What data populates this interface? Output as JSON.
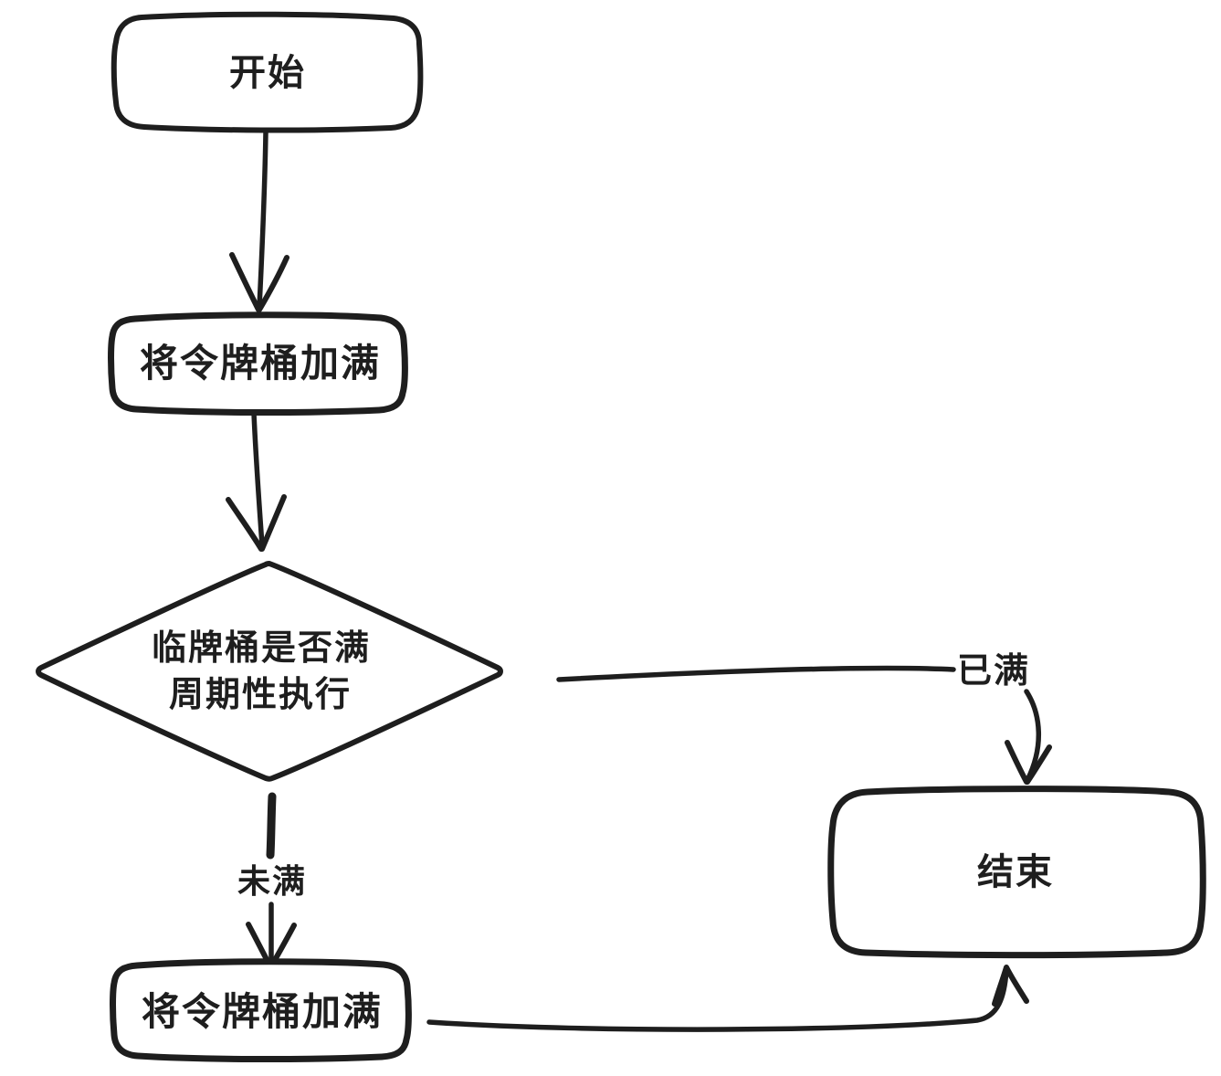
{
  "diagram": {
    "type": "flowchart",
    "ink_color": "#1e1e1e",
    "background_color": "#ffffff",
    "nodes": [
      {
        "id": "start",
        "shape": "rounded-rect",
        "label": "开始"
      },
      {
        "id": "fill-token-bucket",
        "shape": "rounded-rect",
        "label": "将令牌桶加满"
      },
      {
        "id": "bucket-full-decision",
        "shape": "diamond",
        "label_line1": "临牌桶是否满",
        "label_line2": "周期性执行"
      },
      {
        "id": "end",
        "shape": "rounded-rect",
        "label": "结束"
      },
      {
        "id": "refill-token-bucket",
        "shape": "rounded-rect",
        "label": "将令牌桶加满"
      }
    ],
    "edges": [
      {
        "from": "start",
        "to": "fill-token-bucket",
        "label": ""
      },
      {
        "from": "fill-token-bucket",
        "to": "bucket-full-decision",
        "label": ""
      },
      {
        "from": "bucket-full-decision",
        "to": "end",
        "label": "已满"
      },
      {
        "from": "bucket-full-decision",
        "to": "refill-token-bucket",
        "label": "未满"
      },
      {
        "from": "refill-token-bucket",
        "to": "end",
        "label": ""
      }
    ]
  }
}
